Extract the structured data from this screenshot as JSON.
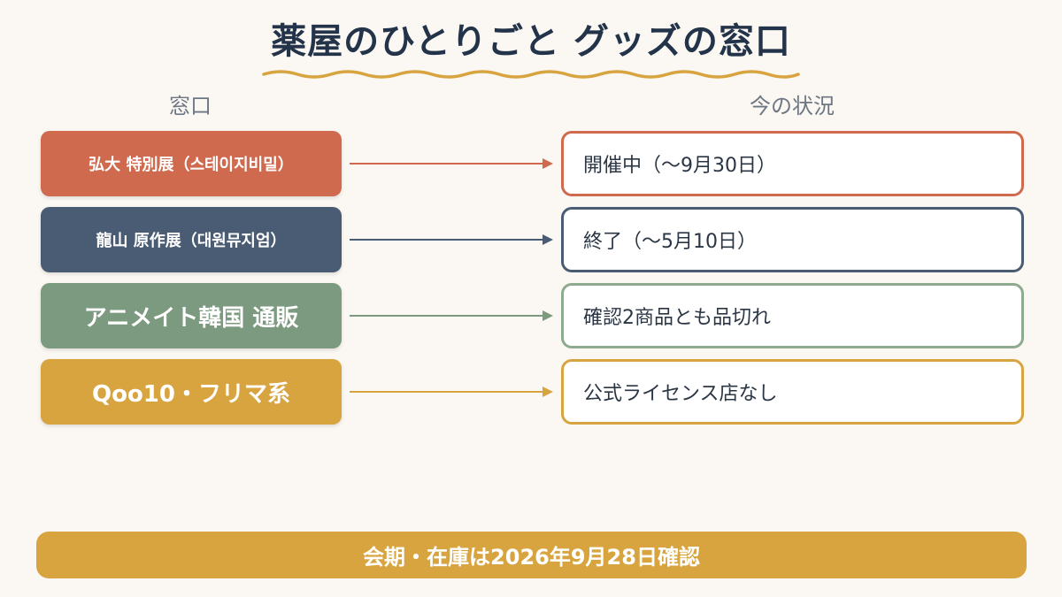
{
  "title": "薬屋のひとりごと グッズの窓口",
  "headers": {
    "left": "窓口",
    "right": "今の状況"
  },
  "rows": [
    {
      "source": "弘大  特別展（스테이지비밀）",
      "status": "開催中（〜9月30日）",
      "color": "#cf6a4e"
    },
    {
      "source": "龍山  原作展（대원뮤지엄）",
      "status": "終了（〜5月10日）",
      "color": "#4a5c73"
    },
    {
      "source": "アニメイト韓国  通販",
      "status": "確認2商品とも品切れ",
      "color": "#7c9a7f"
    },
    {
      "source": "Qoo10・フリマ系",
      "status": "公式ライセンス店なし",
      "color": "#d8a440"
    }
  ],
  "footer": "会期・在庫は2026年9月28日確認",
  "colors": {
    "background": "#fbf7f2",
    "title": "#23344a",
    "underline": "#d8a440",
    "footer": "#d8a440"
  }
}
